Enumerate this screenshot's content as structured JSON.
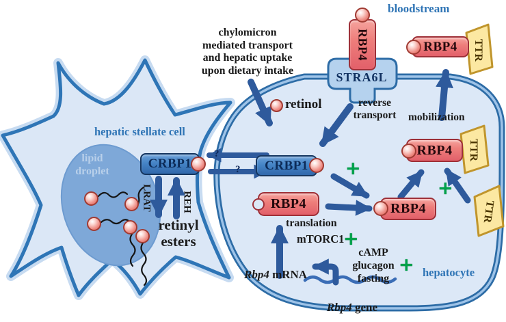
{
  "colors": {
    "membrane_blue": "#2d6ca6",
    "cell_fill": "#dce8f7",
    "box_blue": "#4584c6",
    "box_red": "#ee7e7b",
    "ttr_yellow": "#fce8a2",
    "arrow_blue": "#2e5a9c",
    "plus_green": "#00a14b",
    "label_blue": "#2e74b5"
  },
  "bloodstream": {
    "label": "bloodstream",
    "stra6l": "STRA6L",
    "rbp4_in_stra6l": "RBP4",
    "circulating_rbp4": "RBP4",
    "circulating_ttr": "TTR"
  },
  "transport": {
    "chylomicron_note": "chylomicron\nmediated transport\nand hepatic uptake\nupon dietary intake",
    "question_left": "?",
    "question_right": "?"
  },
  "stellate_cell": {
    "name": "hepatic stellate cell",
    "lipid_droplet": "lipid\ndroplet",
    "crbp1": "CRBP1",
    "lrat": "LRAT",
    "reh": "REH",
    "retinyl_esters": "retinyl\nesters"
  },
  "hepatocyte": {
    "name": "hepatocyte",
    "retinol": "retinol",
    "reverse_transport": "reverse\ntransport",
    "mobilization": "mobilization",
    "crbp1": "CRBP1",
    "apo_rbp4": "RBP4",
    "holo_rbp4": "RBP4",
    "complex_rbp4": "RBP4",
    "complex_ttr": "TTR",
    "free_ttr": "TTR",
    "translation": "translation",
    "mtorc1": "mTORC1",
    "camp_stack": "cAMP\nglucagon\nfasting",
    "mrna_italic": "Rbp4",
    "mrna_suffix": " mRNA",
    "gene_italic": "Rbp4",
    "gene_suffix": " gene",
    "plus": "+"
  }
}
